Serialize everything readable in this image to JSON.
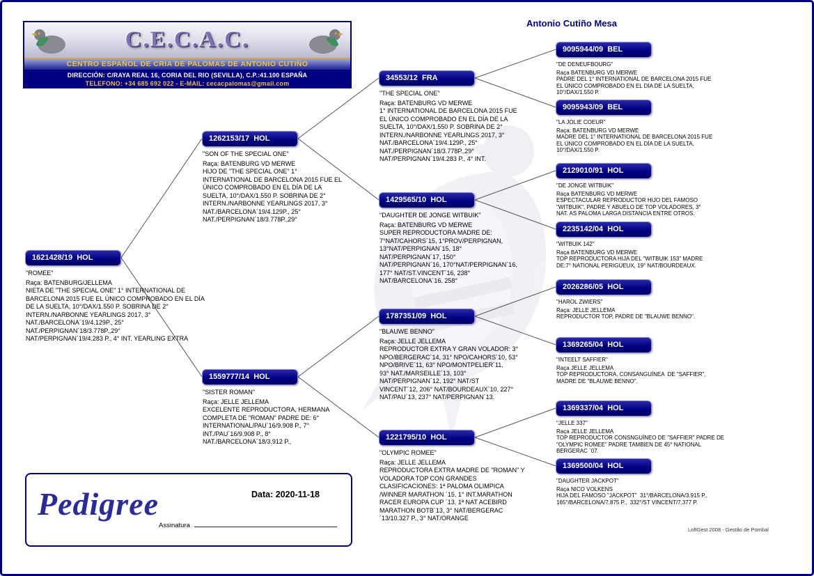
{
  "header": {
    "owner": "Antonio Cutiño Mesa"
  },
  "logo": {
    "title": "C.E.C.A.C.",
    "subtitle": "CENTRO ESPAÑOL DE CRIA DE PALOMAS DE ANTONIO CUTIÑO",
    "address": "DIRECCIÓN: C/RAYA REAL 16, CORIA DEL RIO (SEVILLA), C.P.:41.100 ESPAÑA",
    "contact": "TELEFONO: +34 685 692 022  -  E-MAIL: cecacpalomas@gmail.com"
  },
  "accent_colors": {
    "navy": "#000080",
    "gold": "#F2C23E",
    "title_purple": "#8070B8"
  },
  "birds": {
    "g1": {
      "ring": "1621428/19  HOL",
      "name": "\"ROMEE\"",
      "details": "Raça: BATENBURG/JELLEMA\nNIETA DE \"THE SPECIAL ONE\" 1° INTERNATIONAL DE\nBARCELONA 2015 FUE EL ÚNICO COMPROBADO EN EL DÍA\nDE LA SUELTA, 10°/DAX/1.550 P. SOBRINA DE 2°\nINTERN./NARBONNE YEARLINGS 2017, 3°\nNAT./BARCELONA´19/4.129P., 25°\nNAT./PERPIGNAN´18/3.778P.,29°\nNAT/PERPIGNAN´19/4.283 P., 4° INT. YEARLING EXTRA"
    },
    "g2a": {
      "ring": "1262153/17  HOL",
      "name": "\"SON OF THE SPECIAL ONE\"",
      "details": "Raça: BATENBURG VD MERWE\nHIJO DE \"THE SPECIAL ONE\" 1°\nINTERNATIONAL DE BARCELONA 2015 FUE EL\nÚNICO COMPROBADO EN EL DÍA DE LA\nSUELTA, 10°/DAX/1.550 P. SOBRINA DE 2°\nINTERN./NARBONNE YEARLINGS 2017, 3°\nNAT./BARCELONA´19/4.129P., 25°\nNAT./PERPIGNAN´18/3.778P.,29°"
    },
    "g2b": {
      "ring": "1559777/14  HOL",
      "name": "\"SISTER ROMAN\"",
      "details": "Raça: JELLE JELLEMA\nEXCELENTE REPRODUCTORA, HERMANA\nCOMPLETA DE \"ROMAN\" PADRE DE: 6°\nINTERNATIONAL/PAU´16/9.908 P., 7°\nINT./PAU´16/9.908 P., 8°\nNAT./BARCELONA´18/3.912 P.,"
    },
    "g3a": {
      "ring": "34553/12  FRA",
      "name": "\"THE SPECIAL ONE\"",
      "details": "Raça: BATENBURG VD MERWE\n1° INTERNATIONAL DE BARCELONA 2015 FUE\nEL ÚNICO COMPROBADO EN EL DÍA DE LA\nSUELTA, 10°/DAX/1.550 P. SOBRINA DE 2°\nINTERN./NARBONNE YEARLINGS 2017, 3°\nNAT./BARCELONA´19/4.129P., 25°\nNAT./PERPIGNAN´18/3.778P.,29°\nNAT/PERPIGNAN´19/4.283 P., 4° INT."
    },
    "g3b": {
      "ring": "1429565/10  HOL",
      "name": "\"DAUGHTER DE JONGE WITBUIK\"",
      "details": "Raça: BATENBURG VD MERWE\nSUPER REPRODUCTORA MADRE DE:\n7°NAT/CAHORS´15, 1°PROV/PERPIGNAN,\n13°NAT/PERPIGNAN´15, 18°\nNAT/PERPIGNAN´17, 150°\nNAT/PERPIGNAN´16, 170°NAT/PERPIGNAN´16,\n177° NAT/ST.VINCENT´16, 238°\nNAT/BARCELONA´16. 258°"
    },
    "g3c": {
      "ring": "1787351/09  HOL",
      "name": "\"BLAUWE BENNO\"",
      "details": "Raça: JELLE JELLEMA\nREPRODUCTOR EXTRA Y GRAN VOLADOR: 3°\nNPO/BERGERAC´14, 31° NPO/CAHORS´10, 53°\nNPO/BRIVE´11, 63° NPO/MONTPELIER´11,\n93° NAT./MARSEILLE´13, 103°\nNAT/PERPIGNAN´12, 192° NAT/ST\nVINCENT´12, 206° NAT/BOURDEAUX´10, 227°\nNAT/PAU´13, 237° NAT/PERPIGNAN´13."
    },
    "g3d": {
      "ring": "1221795/10  HOL",
      "name": "\"OLYMPIC ROMEE\"",
      "details": "Raça: JELLE JELLEMA\nREPRODUCTORA EXTRA MADRE DE \"ROMAN\" Y\nVOLADORA TOP CON GRANDES\nCLASIFICACIONES: 1ª PALOMA OLIMPICA\n/WINNER MARATHON ´15, 1° INT.MARATHON\nRACER EUROPA CUP ´13, 1ª NAT ACEBIRD\nMARATHON BOTB´13, 3° NAT/BERGERAC\n´13/10.327 P., 3° NAT/ORANGE"
    },
    "g4a": {
      "ring": "9095944/09  BEL",
      "name": "\"DE DENEUFBOURG\"",
      "details": "Raça BATENBURG VD MERWE\nPADRE DEL 1° INTERNATIONAL DE BARCELONA 2015 FUE\nEL ÚNICO COMPROBADO EN EL DÍA DE LA SUELTA,\n10°/DAX/1.550 P."
    },
    "g4b": {
      "ring": "9095943/09  BEL",
      "name": "\"LA JOLIE COEUR\"",
      "details": "Raça: BATENBURG VD MERWE\nMADRE DEL 1° INTERNATIONAL DE BARCELONA 2015 FUE\nEL ÚNICO COMPROBADO EN EL DÍA DE LA SUELTA,\n10°/DAX/1.550 P."
    },
    "g4c": {
      "ring": "2129010/91  HOL",
      "name": "\"DE JONGE WITBUIK\"",
      "details": "Raça BATENBURG VD MERWE\nESPECTACULAR REPRODUCTOR HIJO DEL FAMOSO\n\"WITBUIK\", PADRE Y ABUELO DE TOP VOLADORES, 3°\nNAT. AS PALOMA LARGA DISTANCIA ENTRE OTROS."
    },
    "g4d": {
      "ring": "2235142/04  HOL",
      "name": "\"WITBUIK 142\"",
      "details": "Raça BATENBURG VD MERWE\nTOP REPRODUCTORA HIJA DEL \"WITBUIK 153\" MADRE\nDE:7° NATIONAL PERIGUEUX, 19° NAT/BOURDEAUX."
    },
    "g4e": {
      "ring": "2026286/05  HOL",
      "name": "\"HAROL ZWIERS\"",
      "details": "Raça: JELLE JELLEMA\nREPRODUCTOR TOP, PADRE DE \"BLAUWE BENNO\"."
    },
    "g4f": {
      "ring": "1369265/04  HOL",
      "name": "\"INTEELT SAFFIER\"",
      "details": "Raça JELLE JELLEMA\nTOP REPRODUCTORA, CONSANGUÍNEA  DE \"SAFFIER\",\nMADRE DE \"BLAUWE BENNO\"."
    },
    "g4g": {
      "ring": "1369337/04  HOL",
      "name": "\"JELLE 337\"",
      "details": "Raça JELLE JELLEMA\nTOP REPRODUCTOR CONSNGUÍNEO DE \"SAFFIER\" PADRE DE\n\"OLYMPIC ROMEE\" PADRE TAMBIEN DE 45° NATIONAL\nBERGERAC ´07."
    },
    "g4h": {
      "ring": "1369500/04  HOL",
      "name": "\"DAUGHTER JACKPOT\"",
      "details": "Raça NICO VOLKENS\nHIJA DEL FAMOSO \"JACKPOT\"  31°/BARCELONA/3.915 P.,\n165°/BARCELONA/7.875 P.,  332°/ST VINCENT/7.377 P."
    }
  },
  "footer": {
    "brand": "Pedigree",
    "date": "Data: 2020-11-18",
    "signature_label": "Assinatura",
    "credit": "LoftGest 2008 - Gestão de Pombal"
  }
}
